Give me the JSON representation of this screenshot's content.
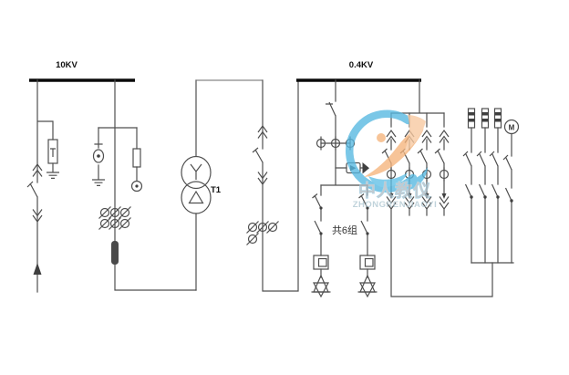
{
  "labels": {
    "bus_10kv": "10KV",
    "bus_04kv": "0.4KV",
    "transformer": "T1",
    "capacitor_group_note": "共6组",
    "motor": "M"
  },
  "watermark": {
    "cn": "中人教仪",
    "en": "ZHONGRENJIAOYI"
  },
  "colors": {
    "line": "#4f4f4f",
    "bus": "#0a0a0a",
    "watermark_blue": "#56B8E1",
    "watermark_blue_light": "#5FC0E6",
    "watermark_orange": "#F5B47C",
    "watermark_orange_light": "#F8C9A0",
    "watermark_text_fill": "#B0BCC4",
    "watermark_text_stroke": "#86D2F2",
    "watermark_en_fill": "#AFC7D2"
  }
}
